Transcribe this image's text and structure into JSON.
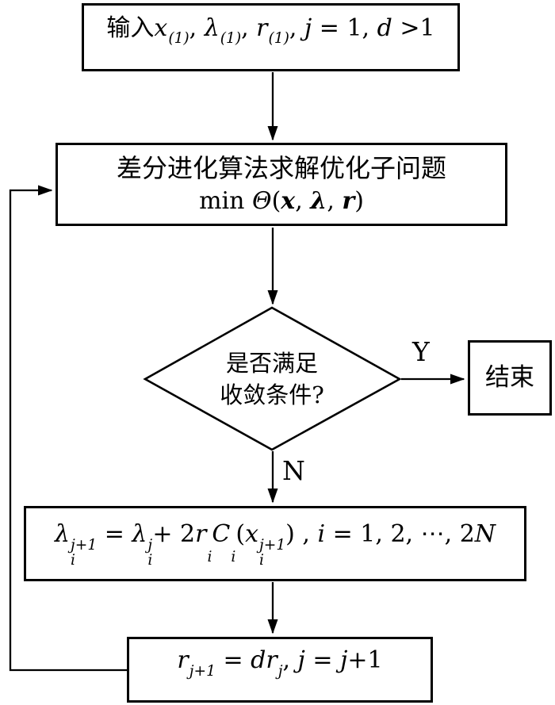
{
  "figure": {
    "type": "flowchart",
    "background": "#ffffff",
    "line_color": "#000000"
  },
  "nodes": {
    "input": {
      "formula": [
        {
          "t": "输入"
        },
        {
          "t": "x",
          "i": 1,
          "sup": "(1)"
        },
        {
          "t": ", "
        },
        {
          "t": "λ",
          "i": 1,
          "sup": "(1)"
        },
        {
          "t": ", "
        },
        {
          "t": "r",
          "i": 1,
          "sup": "(1)"
        },
        {
          "t": ", "
        },
        {
          "t": "j",
          "i": 1
        },
        {
          "t": " = 1, "
        },
        {
          "t": "d",
          "i": 1
        },
        {
          "t": " >1"
        }
      ]
    },
    "solve": {
      "title": "差分进化算法求解优化子问题",
      "formula": [
        {
          "t": "min "
        },
        {
          "t": "Θ",
          "i": 1
        },
        {
          "t": "("
        },
        {
          "t": "x",
          "b": 1
        },
        {
          "t": ", "
        },
        {
          "t": "λ",
          "b": 1
        },
        {
          "t": ", "
        },
        {
          "t": "r",
          "b": 1
        },
        {
          "t": ")"
        }
      ]
    },
    "decision": {
      "line1": "是否满足",
      "line2": "收敛条件?"
    },
    "end": {
      "label": "结束"
    },
    "update_lambda": {
      "formula": [
        {
          "t": "λ",
          "i": 1,
          "sup": "j+1",
          "sub": "i"
        },
        {
          "t": " = "
        },
        {
          "t": "λ",
          "i": 1,
          "sup": "j",
          "sub": "i"
        },
        {
          "t": "+ 2"
        },
        {
          "t": "r",
          "i": 1,
          "sub": "i"
        },
        {
          "t": "C",
          "i": 1,
          "sub": "i"
        },
        {
          "t": "("
        },
        {
          "t": "x",
          "i": 1,
          "sup": "j+1",
          "sub": "i"
        },
        {
          "t": ") , "
        },
        {
          "t": "i",
          "i": 1
        },
        {
          "t": " = 1, 2, ⋯, 2"
        },
        {
          "t": "N",
          "i": 1
        }
      ]
    },
    "update_r": {
      "formula": [
        {
          "t": "r",
          "i": 1,
          "sup": "j+1"
        },
        {
          "t": " = "
        },
        {
          "t": "d",
          "i": 1
        },
        {
          "t": "r",
          "i": 1,
          "sup": "j"
        },
        {
          "t": ", "
        },
        {
          "t": "j",
          "i": 1
        },
        {
          "t": " = "
        },
        {
          "t": "j",
          "i": 1
        },
        {
          "t": "+1"
        }
      ]
    }
  },
  "edges": {
    "yes_label": "Y",
    "no_label": "N"
  }
}
